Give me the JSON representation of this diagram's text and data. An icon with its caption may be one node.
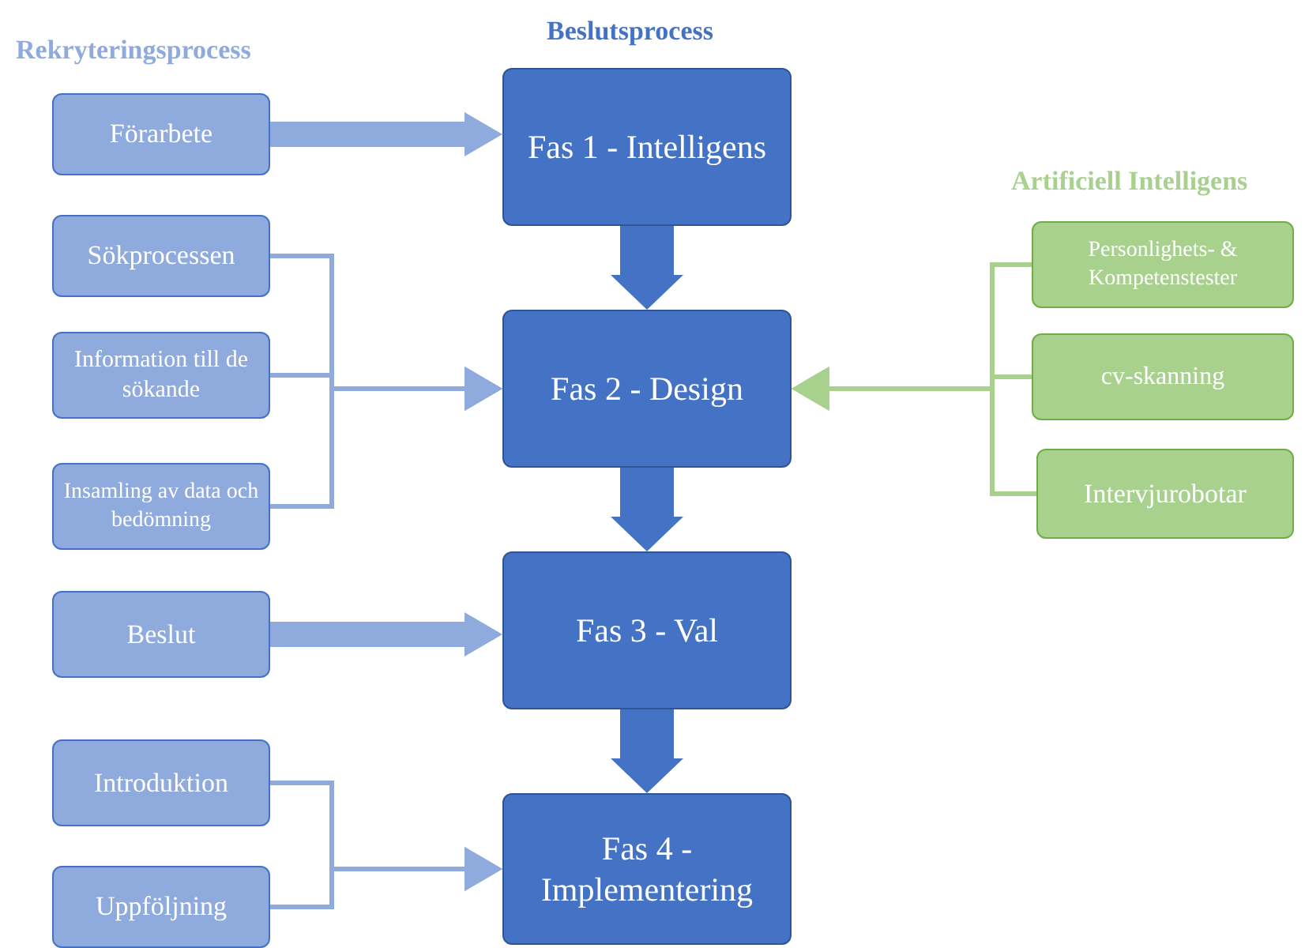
{
  "diagram": {
    "nodes": [
      {
        "text": [
          "Förarbete"
        ]
      },
      {
        "text": [
          "Sökprocessen"
        ]
      },
      {
        "text": [
          "Information till de sökande"
        ]
      },
      {
        "text": [
          "Insamling av data och bedömning"
        ]
      },
      {
        "text": [
          "Beslut"
        ]
      },
      {
        "text": [
          "Introduktion"
        ]
      },
      {
        "text": [
          "Uppföljning"
        ]
      },
      {
        "text": [
          "Fas 1 - Intelligens"
        ]
      },
      {
        "text": [
          "Fas 2 - Design"
        ]
      },
      {
        "text": [
          "Fas 3 - Val"
        ]
      },
      {
        "text": [
          "Fas 4 - Implementering"
        ]
      },
      {
        "text": [
          "Personlighets- & Kompetenstester"
        ]
      },
      {
        "text": [
          "cv-skanning"
        ]
      },
      {
        "text": [
          "Intervjurobotar"
        ]
      }
    ],
    "edges": [
      {
        "from": 0,
        "to": 7,
        "arrow": "to",
        "style": "thick"
      },
      {
        "from": 1,
        "to": 8,
        "arrow": "to"
      },
      {
        "from": 2,
        "to": 8,
        "arrow": "to"
      },
      {
        "from": 3,
        "to": 8,
        "arrow": "to"
      },
      {
        "from": 4,
        "to": 9,
        "arrow": "to",
        "style": "thick"
      },
      {
        "from": 5,
        "to": 10,
        "arrow": "to"
      },
      {
        "from": 6,
        "to": 10,
        "arrow": "to"
      },
      {
        "from": 7,
        "to": 8,
        "arrow": "to",
        "style": "thick",
        "color": "#4472c4"
      },
      {
        "from": 8,
        "to": 9,
        "arrow": "to",
        "style": "thick",
        "color": "#4472c4"
      },
      {
        "from": 9,
        "to": 10,
        "arrow": "to",
        "style": "thick",
        "color": "#4472c4"
      },
      {
        "from": 11,
        "to": 8,
        "arrow": "to",
        "color": "#a9d18e"
      },
      {
        "from": 12,
        "to": 8,
        "arrow": "to",
        "color": "#a9d18e"
      },
      {
        "from": 13,
        "to": 8,
        "arrow": "to",
        "color": "#a9d18e"
      }
    ],
    "labels": [
      "Rekryteringsprocess",
      "Beslutsprocess",
      "Artificiell Intelligens"
    ]
  }
}
